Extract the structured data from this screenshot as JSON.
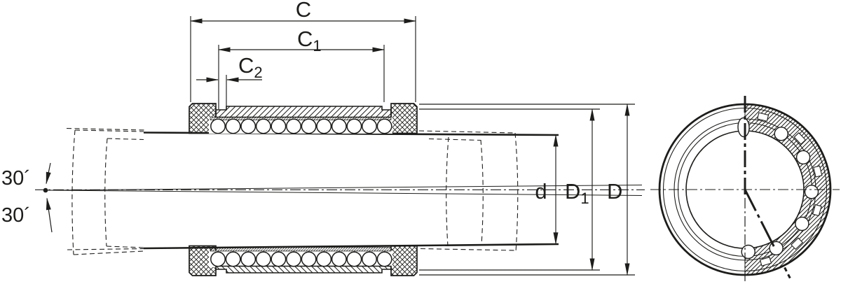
{
  "colors": {
    "ink": "#1d1d1b",
    "paper": "#ffffff"
  },
  "labels": {
    "c": "C",
    "c1": {
      "base": "C",
      "sub": "1"
    },
    "c2": {
      "base": "C",
      "sub": "2"
    },
    "tilt_up": "30´",
    "tilt_down": "30´",
    "bore": "d",
    "sleeve": {
      "base": "D",
      "sub": "1"
    },
    "outer": "D"
  },
  "views": {
    "section_view": {
      "ball_rows": 2,
      "balls_per_row": 12
    },
    "end_view": {
      "balls_visible": 6
    }
  }
}
